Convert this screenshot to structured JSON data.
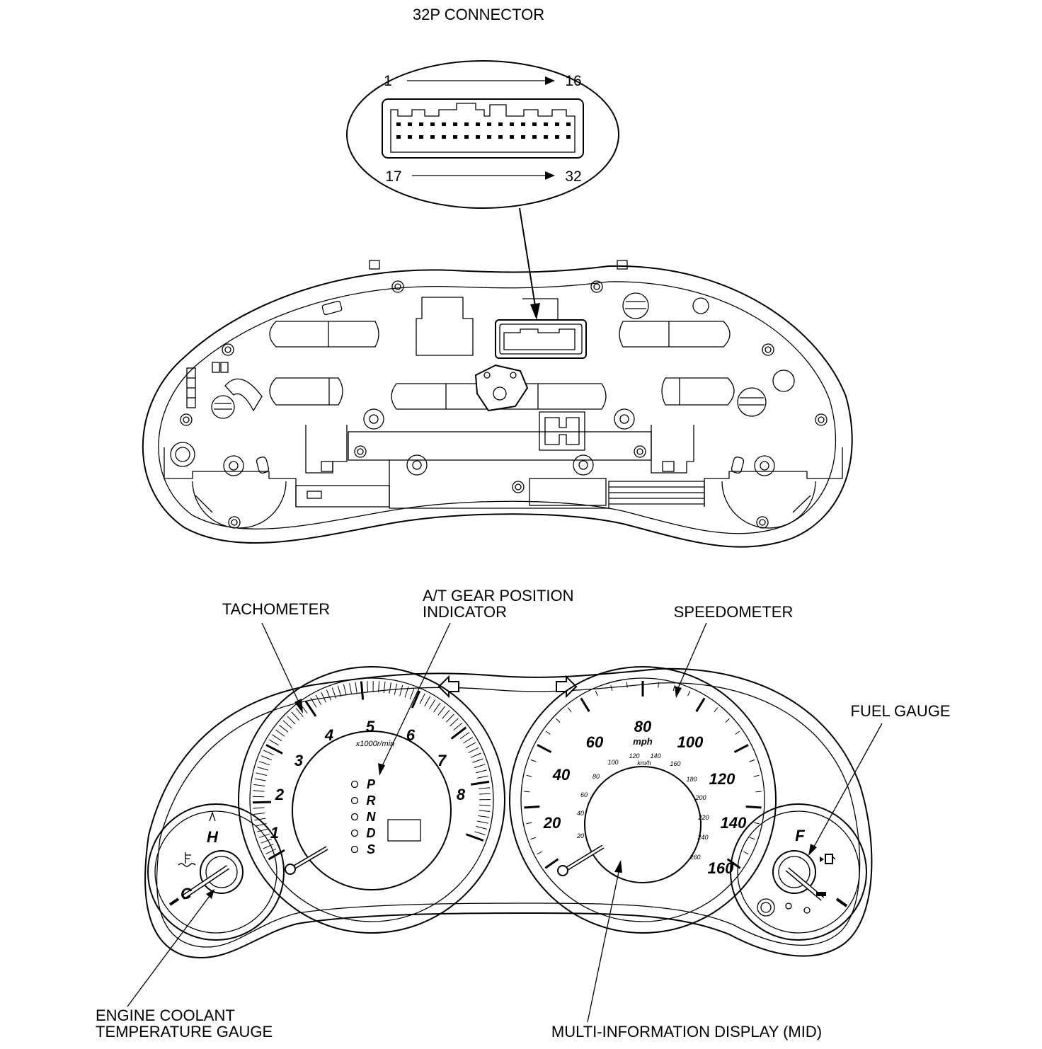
{
  "connector": {
    "title": "32P CONNECTOR",
    "pin_start_top": "1",
    "pin_end_top": "16",
    "pin_start_bottom": "17",
    "pin_end_bottom": "32"
  },
  "labels": {
    "tachometer": "TACHOMETER",
    "gear_indicator_line1": "A/T GEAR POSITION",
    "gear_indicator_line2": "INDICATOR",
    "speedometer": "SPEEDOMETER",
    "fuel_gauge": "FUEL GAUGE",
    "coolant_line1": "ENGINE COOLANT",
    "coolant_line2": "TEMPERATURE GAUGE",
    "mid": "MULTI-INFORMATION DISPLAY (MID)"
  },
  "tachometer": {
    "numbers": [
      "1",
      "2",
      "3",
      "4",
      "5",
      "6",
      "7",
      "8"
    ],
    "unit": "x1000r/min"
  },
  "gear_positions": [
    "P",
    "R",
    "N",
    "D",
    "S"
  ],
  "speedometer": {
    "mph": [
      "20",
      "40",
      "60",
      "80",
      "100",
      "120",
      "140",
      "160"
    ],
    "unit_mph": "mph",
    "kmh": [
      "20",
      "40",
      "60",
      "80",
      "100",
      "120",
      "140",
      "160",
      "180",
      "200",
      "220",
      "240",
      "260"
    ],
    "unit_kmh": "km/h"
  },
  "coolant_gauge": {
    "hot": "H",
    "cold": "C"
  },
  "fuel_gauge": {
    "full": "F"
  }
}
